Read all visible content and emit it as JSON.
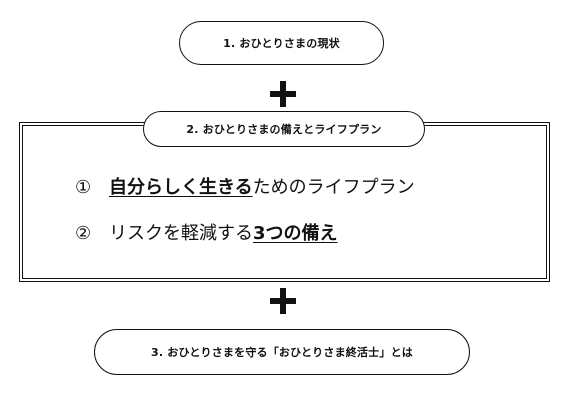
{
  "steps": {
    "step1": {
      "label": "1. おひとりさまの現状"
    },
    "step2": {
      "label": "2. おひとりさまの備えとライフプラン"
    },
    "step3": {
      "label": "3. おひとりさまを守る「おひとりさま終活士」とは"
    }
  },
  "panel": {
    "item1": {
      "marker": "①",
      "emphasis": "自分らしく生きる",
      "rest": "ためのライフプラン"
    },
    "item2": {
      "marker": "②",
      "prefix": "リスクを軽減する",
      "emphasis": "3つの備え"
    }
  },
  "connectors": {
    "plus_icon": "plus-icon"
  }
}
